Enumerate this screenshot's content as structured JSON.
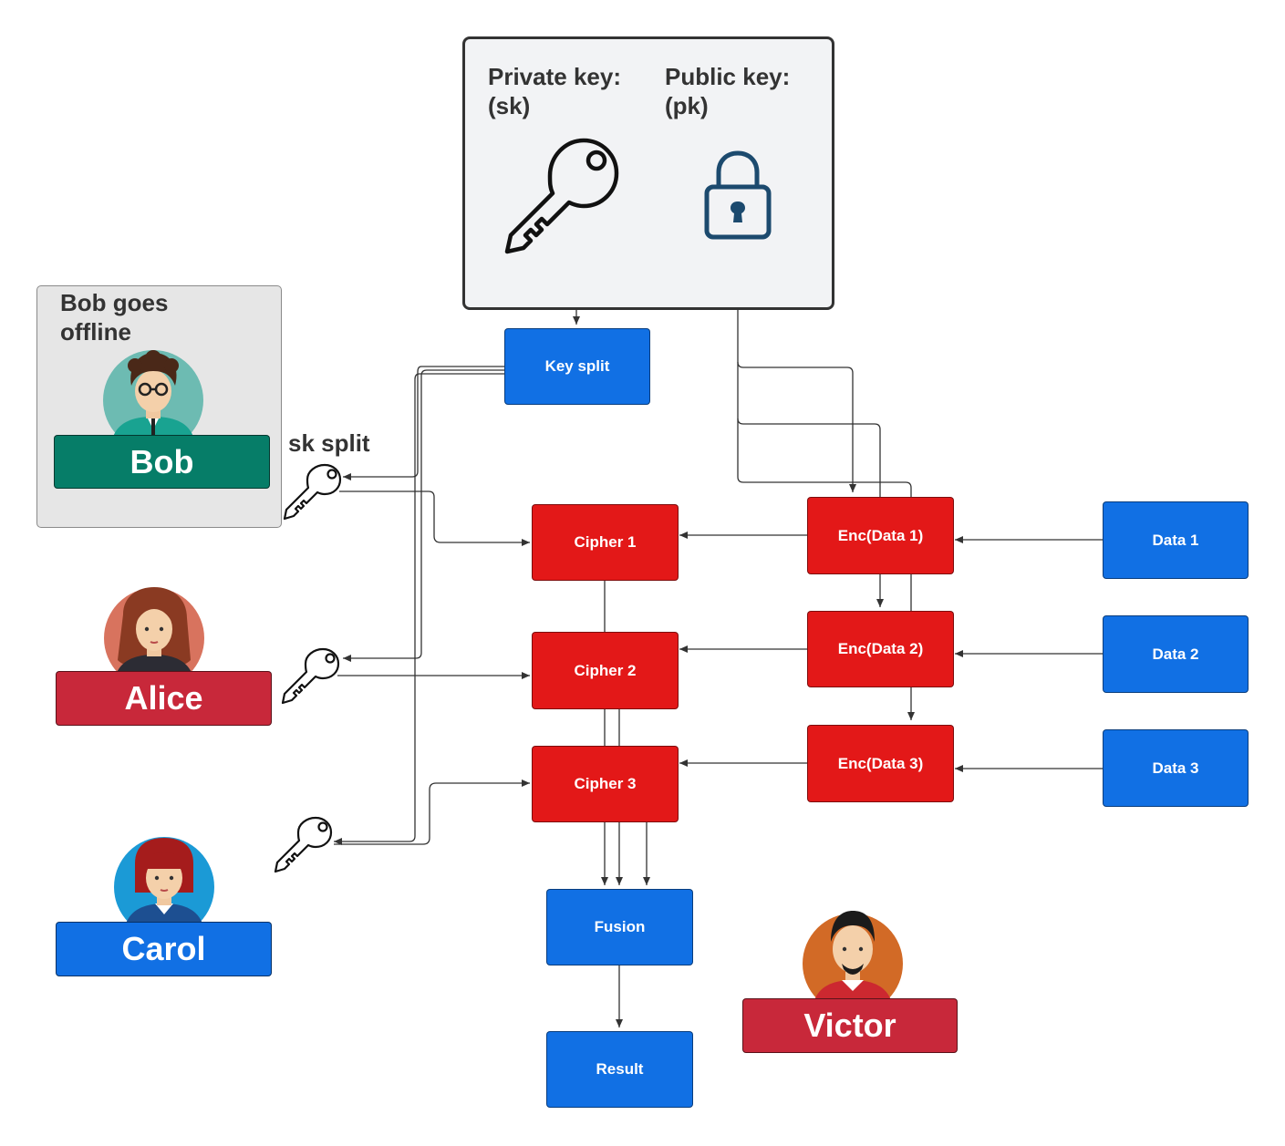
{
  "key_panel": {
    "private_label": "Private key:\n(sk)",
    "public_label": "Public key:\n(pk)",
    "key_icon": "key-icon",
    "lock_icon": "padlock-icon"
  },
  "offline_panel": {
    "title": "Bob goes\noffline"
  },
  "sk_split_label": "sk split",
  "nodes": {
    "key_split": "Key split",
    "cipher1": "Cipher 1",
    "cipher2": "Cipher 2",
    "cipher3": "Cipher 3",
    "enc1": "Enc(Data 1)",
    "enc2": "Enc(Data 2)",
    "enc3": "Enc(Data 3)",
    "data1": "Data 1",
    "data2": "Data 2",
    "data3": "Data 3",
    "fusion": "Fusion",
    "result": "Result"
  },
  "people": {
    "bob": "Bob",
    "alice": "Alice",
    "carol": "Carol",
    "victor": "Victor"
  },
  "colors": {
    "blue": "#1170e4",
    "red": "#e31818",
    "bob_plate": "#067d68",
    "alice_plate": "#c8283a",
    "carol_plate": "#1170e4",
    "victor_plate": "#c8283a",
    "lock": "#1c4a6e"
  }
}
